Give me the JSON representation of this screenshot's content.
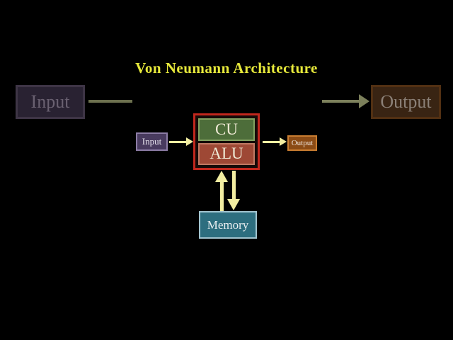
{
  "title": "Von Neumann Architecture",
  "nodes": {
    "input_device": {
      "label": "Input"
    },
    "output_device": {
      "label": "Output"
    },
    "cpu": {
      "cu_label": "CU",
      "alu_label": "ALU"
    },
    "input_port": {
      "label": "Input"
    },
    "output_port": {
      "label": "Output"
    },
    "memory": {
      "label": "Memory"
    }
  },
  "connections": [
    {
      "from": "input-device",
      "to": "cpu",
      "style": "line-no-head"
    },
    {
      "from": "cpu",
      "to": "output-device",
      "style": "arrow-right"
    },
    {
      "from": "input-port",
      "to": "cpu",
      "style": "arrow-right"
    },
    {
      "from": "cpu",
      "to": "output-port",
      "style": "arrow-right"
    },
    {
      "from": "memory",
      "to": "cpu",
      "style": "arrow-up"
    },
    {
      "from": "cpu",
      "to": "memory",
      "style": "arrow-down"
    }
  ],
  "colors": {
    "background": "#000000",
    "title_text": "#e7e93b",
    "device_connector_olive": "#7c805b",
    "signal_arrow_pale_yellow": "#f2eda1",
    "cpu_border_red": "#c1271d",
    "cu_fill_green": "#4d6d3a",
    "alu_fill_brick": "#9e4835",
    "input_device_fill": "#292232",
    "output_device_fill": "#392413",
    "input_port_fill": "#493b5f",
    "output_port_fill": "#8b4b15",
    "memory_fill": "#2d6e7f"
  }
}
